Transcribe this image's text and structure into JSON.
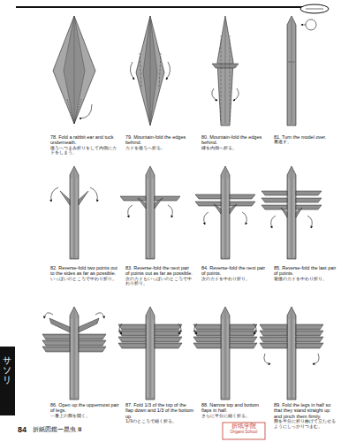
{
  "diagram": {
    "labels": [
      "78. Fold a rabbit ear and tuck underneath.",
      "後ろへつまみ折りをして内側にカドをしまう。",
      "79. Mountain-fold the edges behind.",
      "カドを後ろへ折る。",
      "80. Mountain-fold the edges behind.",
      "縁を内側へ折る。",
      "81. Turn the model over.",
      "裏返す。",
      "82. Reverse-fold two points out to the sides as far as possible.",
      "いっぱいのところで中わり折り。",
      "83. Reverse-fold the next pair of points out as far as possible.",
      "次のカドもいっぱいのところで中わり折り。",
      "84. Reverse-fold the next pair of points.",
      "次のカドを中わり折り。",
      "85. Reverse-fold the last pair of points.",
      "最後のカドを中わり折り。",
      "86. Open up the uppermost pair of legs.",
      "一番上の脚を開く。",
      "87. Fold 1/3 of the top of the flap down and 1/3 of the bottom up.",
      "1/3のところで細く折る。",
      "88. Narrow top and bottom flaps in half.",
      "さらに半分に細く折る。",
      "89. Fold the legs in half so that they stand straight up and pinch them firmly.",
      "脚を半分に折り曲げて立たせるようにしっかりつまむ。",
      "サソリ",
      "84",
      "折紙図鑑ー昆虫 Ⅲ",
      "折纸学院",
      "Origami School"
    ]
  }
}
